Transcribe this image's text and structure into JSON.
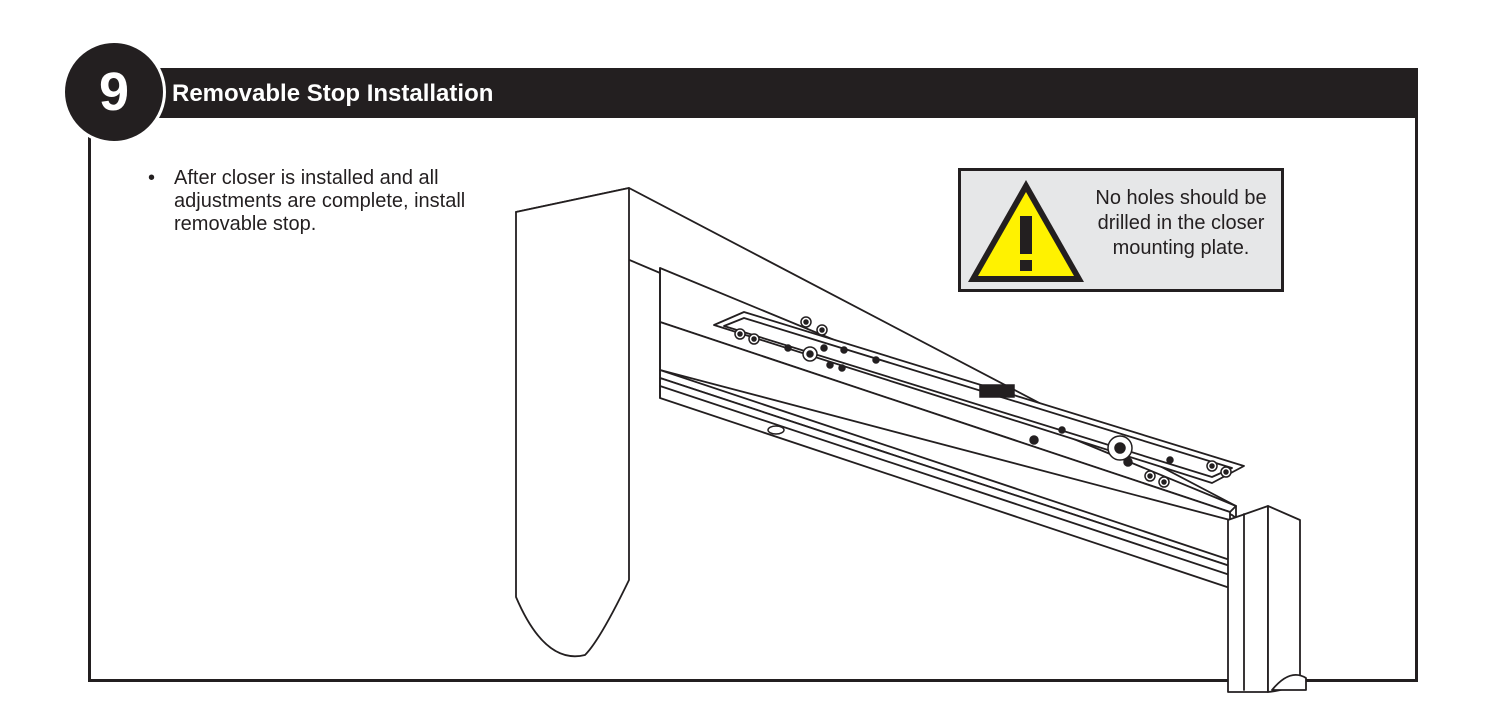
{
  "step": {
    "number": "9",
    "title": "Removable Stop Installation"
  },
  "instructions": {
    "bullet": "•",
    "text": "After closer is installed and all adjustments are complete, install removable stop."
  },
  "warning": {
    "icon": "warning-triangle-icon",
    "text": "No holes should be drilled in the closer mounting plate.",
    "icon_color": "#fff200"
  },
  "illustration": {
    "subject": "door-frame-with-closer-mounting-plate-and-removable-stop"
  }
}
